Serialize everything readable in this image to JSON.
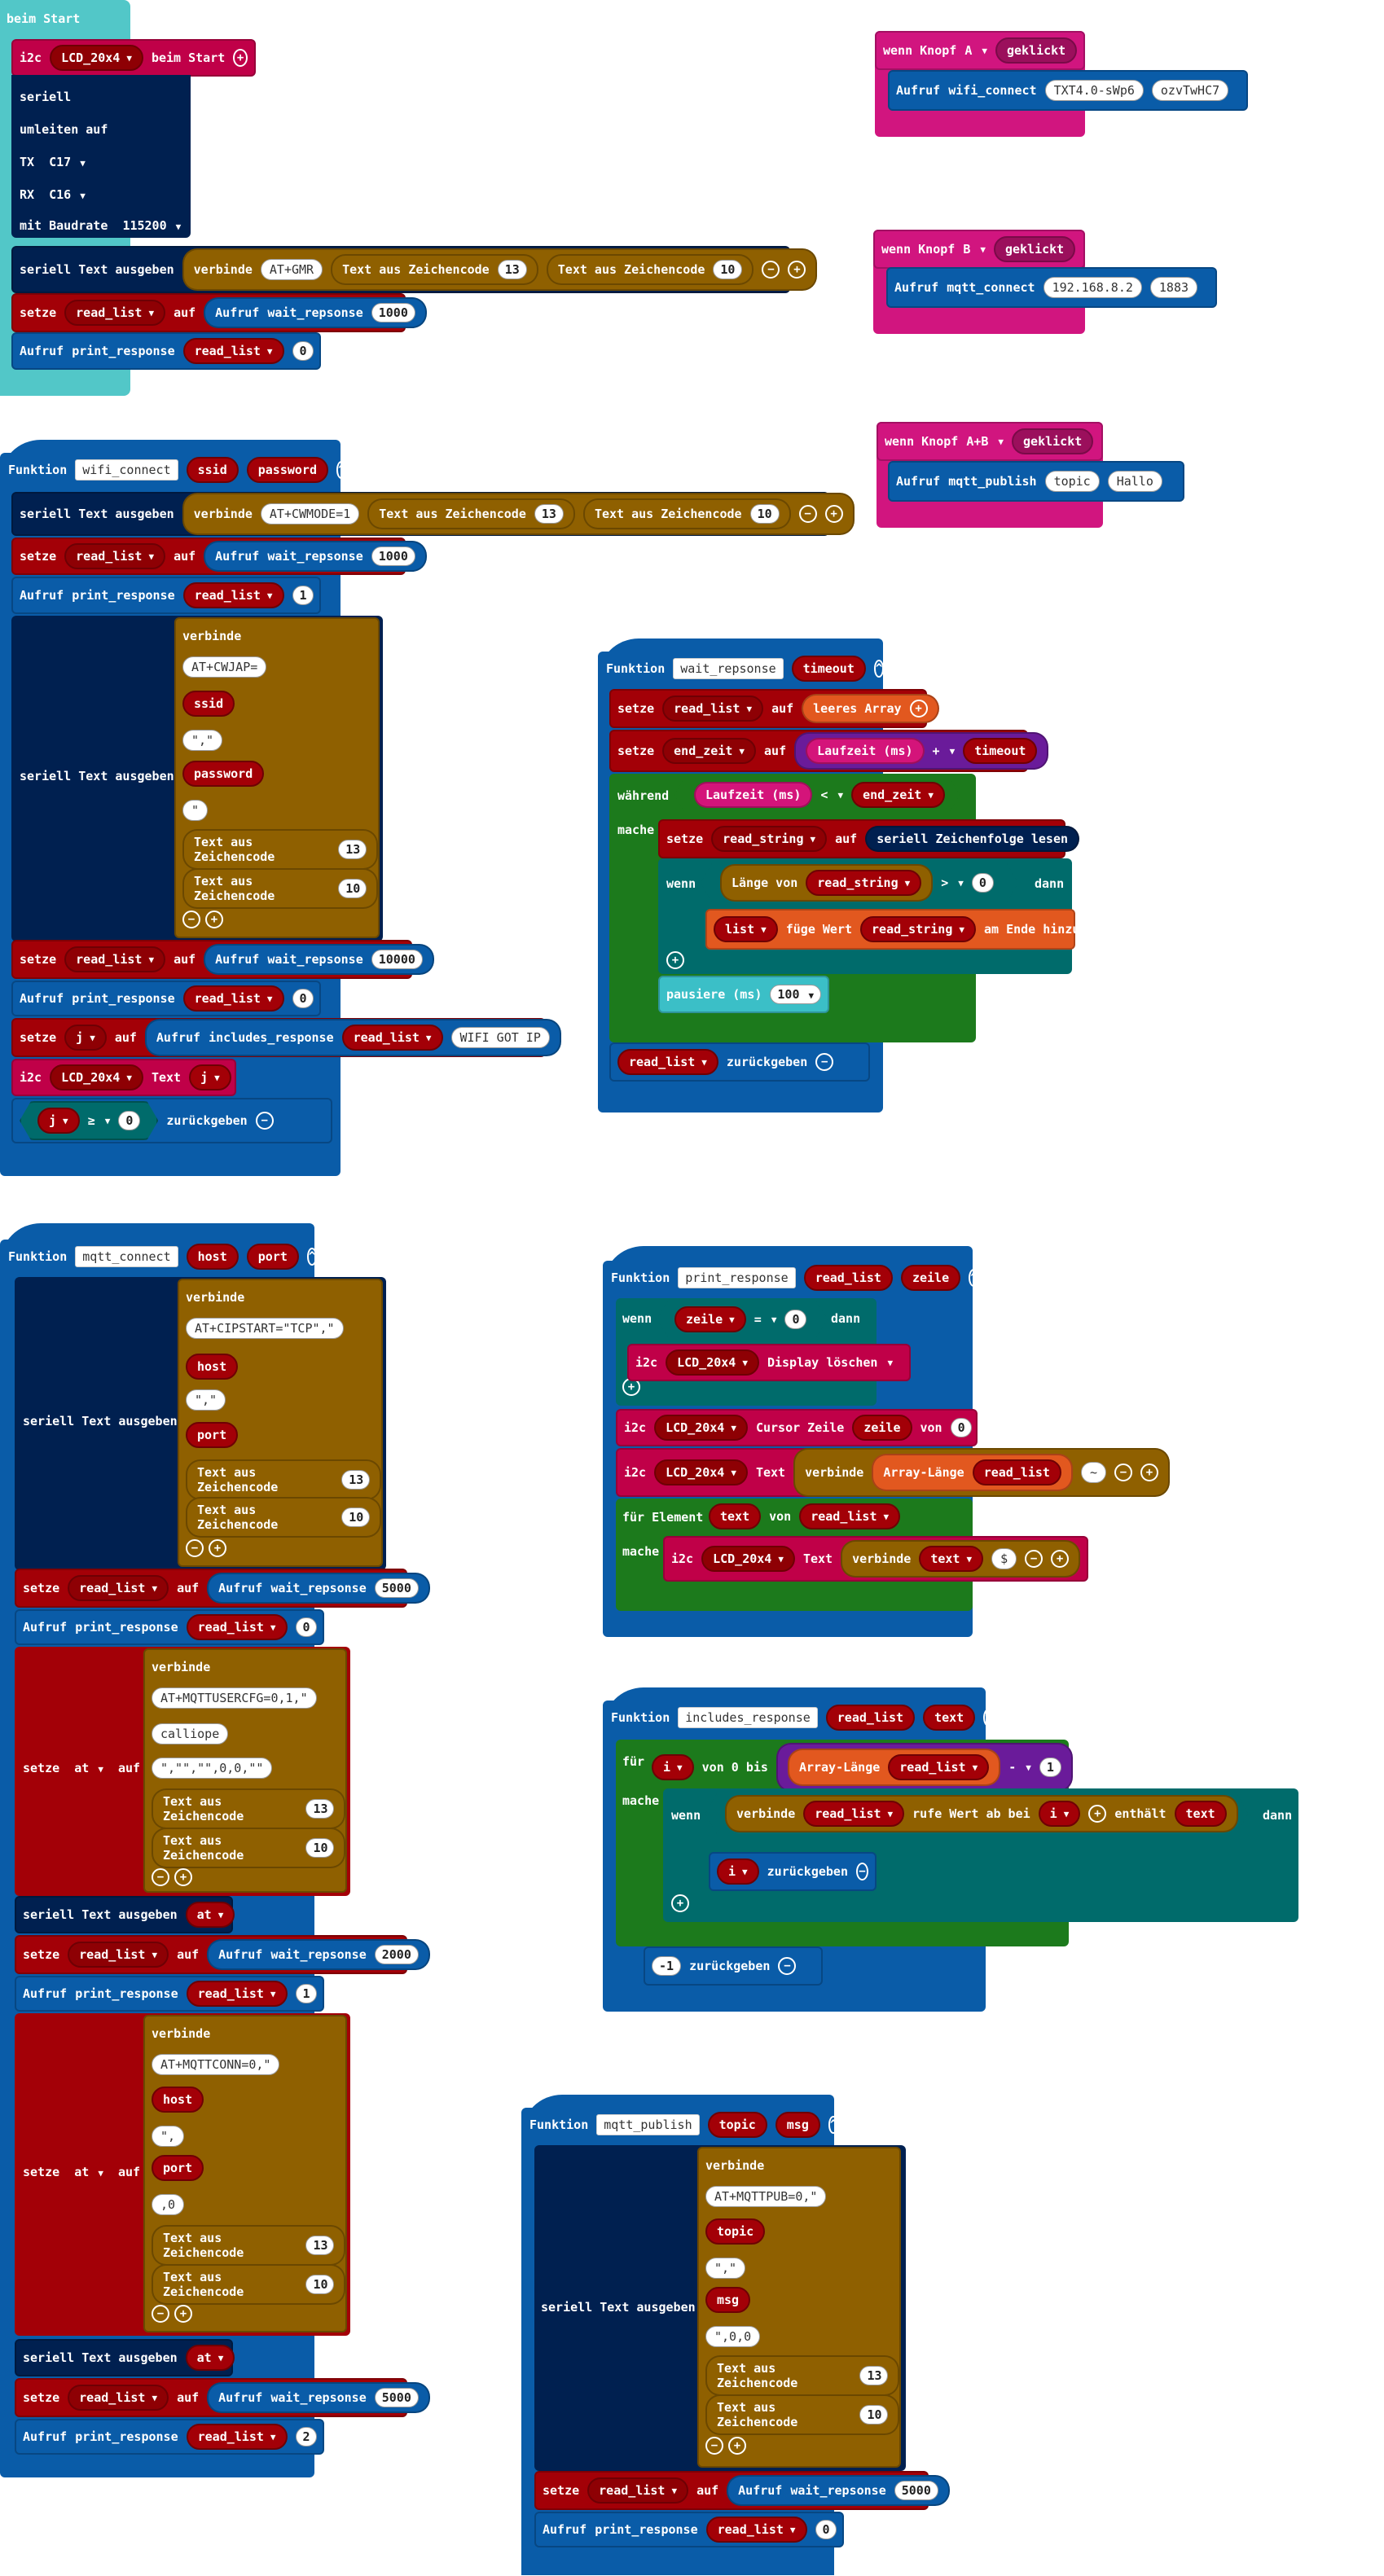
{
  "beim_start": {
    "title": "beim Start",
    "i2c": "i2c",
    "lcd": "LCD_20x4",
    "beim_start": "beim Start",
    "seriell": "seriell",
    "umleiten": "umleiten auf",
    "tx": "TX",
    "tx_pin": "C17",
    "rx": "RX",
    "rx_pin": "C16",
    "baud": "mit Baudrate",
    "baud_val": "115200",
    "serial_out": "seriell Text ausgeben",
    "verbinde": "verbinde",
    "at_gmr": "AT+GMR",
    "text_code": "Text aus Zeichencode",
    "n13": "13",
    "n10": "10",
    "setze": "setze",
    "read_list": "read_list",
    "auf": "auf",
    "aufruf": "Aufruf",
    "wait": "wait_repsonse",
    "t1000": "1000",
    "print": "print_response",
    "n0": "0"
  },
  "wifi_connect": {
    "funktion": "Funktion",
    "name": "wifi_connect",
    "p1": "ssid",
    "p2": "password",
    "serial_out": "seriell Text ausgeben",
    "verbinde": "verbinde",
    "cwmode": "AT+CWMODE=1",
    "text_code": "Text aus Zeichencode",
    "n13": "13",
    "n10": "10",
    "setze": "setze",
    "read_list": "read_list",
    "auf": "auf",
    "aufruf": "Aufruf",
    "wait": "wait_repsonse",
    "t1000": "1000",
    "print": "print_response",
    "n1": "1",
    "cwjap": "AT+CWJAP=",
    "q1": "\",\"",
    "q2": "\"",
    "t10000": "10000",
    "n0": "0",
    "j": "j",
    "includes": "includes_response",
    "wifi_got": "WIFI GOT IP",
    "i2c": "i2c",
    "lcd": "LCD_20x4",
    "text": "Text",
    "geq": "≥",
    "return": "zurückgeben"
  },
  "knopf_a": {
    "wenn": "wenn Knopf",
    "btn": "A",
    "geklickt": "geklickt",
    "aufruf": "Aufruf",
    "fn": "wifi_connect",
    "s1": "TXT4.0-sWp6",
    "s2": "ozvTwHC7"
  },
  "knopf_b": {
    "wenn": "wenn Knopf",
    "btn": "B",
    "geklickt": "geklickt",
    "aufruf": "Aufruf",
    "fn": "mqtt_connect",
    "s1": "192.168.8.2",
    "s2": "1883"
  },
  "knopf_ab": {
    "wenn": "wenn Knopf",
    "btn": "A+B",
    "geklickt": "geklickt",
    "aufruf": "Aufruf",
    "fn": "mqtt_publish",
    "s1": "topic",
    "s2": "Hallo"
  },
  "wait_fn": {
    "funktion": "Funktion",
    "name": "wait_repsonse",
    "p1": "timeout",
    "setze": "setze",
    "read_list": "read_list",
    "auf": "auf",
    "leeres": "leeres Array",
    "end_zeit": "end_zeit",
    "laufzeit": "Laufzeit (ms)",
    "plus": "+",
    "timeout": "timeout",
    "waehrend": "während",
    "lt": "<",
    "mache": "mache",
    "read_string": "read_string",
    "seriell_lesen": "seriell Zeichenfolge lesen",
    "wenn": "wenn",
    "laenge": "Länge von",
    "gt": ">",
    "n0": "0",
    "dann": "dann",
    "list": "list",
    "fuege": "füge Wert",
    "am_ende": "am Ende hinzu",
    "pausiere": "pausiere (ms)",
    "p100": "100",
    "return": "zurückgeben"
  },
  "print_fn": {
    "funktion": "Funktion",
    "name": "print_response",
    "p1": "read_list",
    "p2": "zeile",
    "wenn": "wenn",
    "eq": "=",
    "n0": "0",
    "dann": "dann",
    "i2c": "i2c",
    "lcd": "LCD_20x4",
    "display_loeschen": "Display löschen",
    "cursor": "Cursor Zeile",
    "von": "von",
    "text": "Text",
    "verbinde": "verbinde",
    "array_laenge": "Array-Länge",
    "tilde": "~",
    "fuer": "für Element",
    "text_var": "text",
    "mache": "mache",
    "dollar": "$"
  },
  "includes_fn": {
    "funktion": "Funktion",
    "name": "includes_response",
    "p1": "read_list",
    "p2": "text",
    "fuer": "für",
    "i": "i",
    "von": "von 0 bis",
    "array_laenge": "Array-Länge",
    "minus": "-",
    "n1": "1",
    "mache": "mache",
    "wenn": "wenn",
    "verbinde": "verbinde",
    "rufe": "rufe Wert ab bei",
    "enthaelt": "enthält",
    "text": "text",
    "dann": "dann",
    "return": "zurückgeben",
    "neg1": "-1"
  },
  "mqtt_connect": {
    "funktion": "Funktion",
    "name": "mqtt_connect",
    "p1": "host",
    "p2": "port",
    "serial_out": "seriell Text ausgeben",
    "verbinde": "verbinde",
    "cipstart": "AT+CIPSTART=\"TCP\",\"",
    "host": "host",
    "q1": "\",\"",
    "port": "port",
    "text_code": "Text aus Zeichencode",
    "n13": "13",
    "n10": "10",
    "setze": "setze",
    "read_list": "read_list",
    "auf": "auf",
    "aufruf": "Aufruf",
    "wait": "wait_repsonse",
    "t5000": "5000",
    "print": "print_response",
    "n0": "0",
    "at": "at",
    "usercfg": "AT+MQTTUSERCFG=0,1,\"",
    "calliope": "calliope",
    "cfg_tail": "\",\"\",\"\",0,0,\"\"",
    "t2000": "2000",
    "n1": "1",
    "conn": "AT+MQTTCONN=0,\"",
    "q3": "\",",
    "zero": ",0",
    "n2": "2"
  },
  "mqtt_publish": {
    "funktion": "Funktion",
    "name": "mqtt_publish",
    "p1": "topic",
    "p2": "msg",
    "serial_out": "seriell Text ausgeben",
    "verbinde": "verbinde",
    "pub": "AT+MQTTPUB=0,\"",
    "topic": "topic",
    "q1": "\",\"",
    "msg": "msg",
    "tail": "\",0,0",
    "text_code": "Text aus Zeichencode",
    "n13": "13",
    "n10": "10",
    "setze": "setze",
    "read_list": "read_list",
    "auf": "auf",
    "aufruf": "Aufruf",
    "wait": "wait_repsonse",
    "t5000": "5000",
    "print": "print_response",
    "n0": "0"
  },
  "icons": {
    "add": "+",
    "remove": "−",
    "collapse": "^",
    "dropdown": "▼"
  }
}
